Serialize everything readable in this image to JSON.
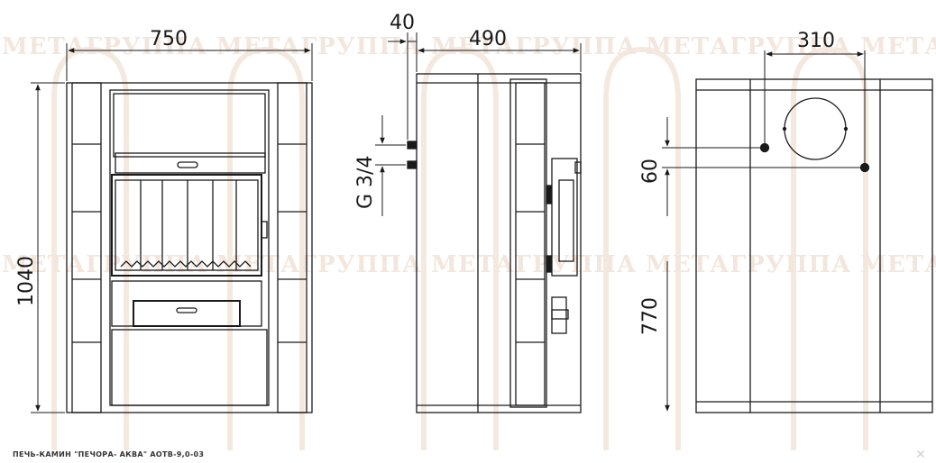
{
  "watermark": {
    "text": "МЕТАГРУППА МЕТАГРУППА МЕТАГРУППА МЕТАГРУППА МЕТА"
  },
  "dimensions": {
    "front_width": "750",
    "front_height": "1040",
    "side_pipe_offset": "40",
    "side_depth": "490",
    "thread": "G 3/4",
    "rear_flue_offset": "310",
    "rear_pipe_spacing": "60",
    "rear_pipe_height": "770"
  },
  "caption": "ПЕЧЬ-КАМИН \"ПЕЧОРА- АКВА\" АОТВ-9,0-03",
  "close_icon": "close-icon",
  "colors": {
    "line": "#1a1a1a",
    "watermark": "#f3e6dc",
    "background": "#ffffff"
  }
}
